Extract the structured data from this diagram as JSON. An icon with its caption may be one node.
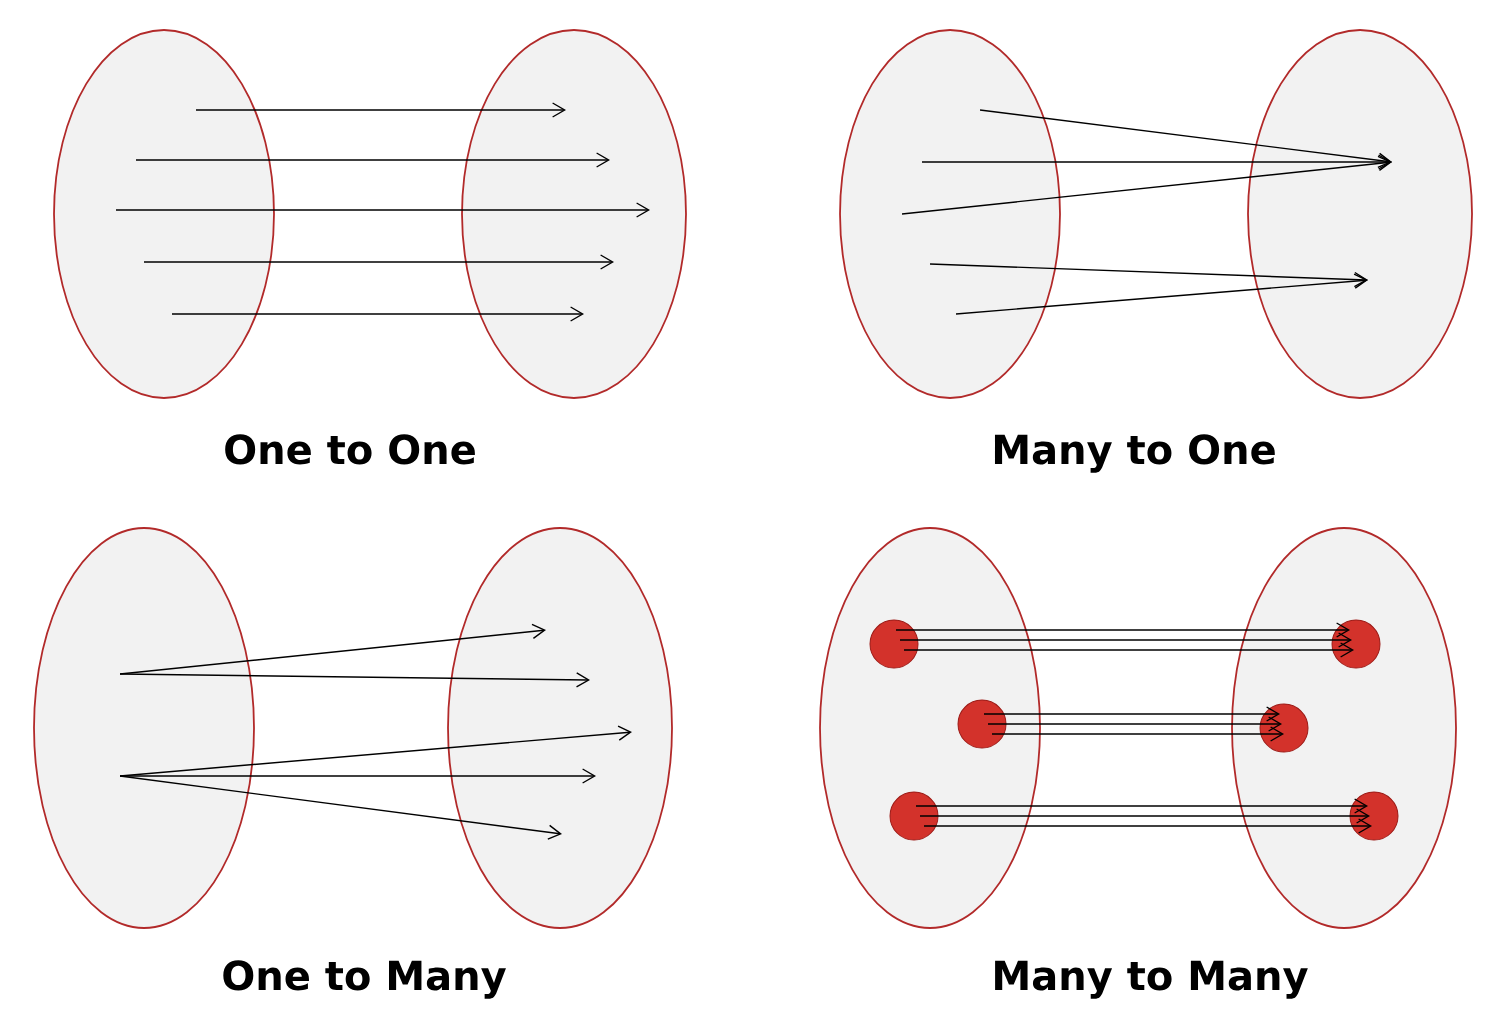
{
  "diagram": {
    "nodes": [
      {
        "text": [],
        "shape": "ellipse"
      },
      {
        "text": [],
        "shape": "ellipse"
      },
      {
        "text": [],
        "shape": "ellipse"
      },
      {
        "text": [],
        "shape": "ellipse"
      },
      {
        "text": [],
        "shape": "ellipse"
      },
      {
        "text": [],
        "shape": "ellipse"
      },
      {
        "text": [],
        "shape": "ellipse"
      },
      {
        "text": [],
        "shape": "circle",
        "in": 6
      },
      {
        "text": [],
        "shape": "circle",
        "in": 6
      },
      {
        "text": [],
        "shape": "circle",
        "in": 6
      },
      {
        "text": [],
        "shape": "ellipse"
      },
      {
        "text": [],
        "shape": "circle",
        "in": 10
      },
      {
        "text": [],
        "shape": "circle",
        "in": 10
      },
      {
        "text": [],
        "shape": "circle",
        "in": 10
      }
    ],
    "edges": [
      {
        "from": 0,
        "to": 1,
        "arrow": "to"
      },
      {
        "from": 0,
        "to": 1,
        "arrow": "to"
      },
      {
        "from": 0,
        "to": 1,
        "arrow": "to"
      },
      {
        "from": 0,
        "to": 1,
        "arrow": "to"
      },
      {
        "from": 0,
        "to": 1,
        "arrow": "to"
      },
      {
        "from": 2,
        "to": 3,
        "arrow": "to"
      },
      {
        "from": 2,
        "to": 3,
        "arrow": "to"
      },
      {
        "from": 2,
        "to": 3,
        "arrow": "to"
      },
      {
        "from": 2,
        "to": 3,
        "arrow": "to"
      },
      {
        "from": 2,
        "to": 3,
        "arrow": "to"
      },
      {
        "from": 4,
        "to": 5,
        "arrow": "to"
      },
      {
        "from": 4,
        "to": 5,
        "arrow": "to"
      },
      {
        "from": 4,
        "to": 5,
        "arrow": "to"
      },
      {
        "from": 4,
        "to": 5,
        "arrow": "to"
      },
      {
        "from": 4,
        "to": 5,
        "arrow": "to"
      },
      {
        "from": 7,
        "to": 11,
        "arrow": "to"
      },
      {
        "from": 7,
        "to": 11,
        "arrow": "to"
      },
      {
        "from": 7,
        "to": 11,
        "arrow": "to"
      },
      {
        "from": 8,
        "to": 12,
        "arrow": "to"
      },
      {
        "from": 8,
        "to": 12,
        "arrow": "to"
      },
      {
        "from": 8,
        "to": 12,
        "arrow": "to"
      },
      {
        "from": 9,
        "to": 13,
        "arrow": "to"
      },
      {
        "from": 9,
        "to": 13,
        "arrow": "to"
      },
      {
        "from": 9,
        "to": 13,
        "arrow": "to"
      }
    ],
    "labels": [
      "One to One",
      "Many to One",
      "One to Many",
      "Many to Many"
    ]
  }
}
